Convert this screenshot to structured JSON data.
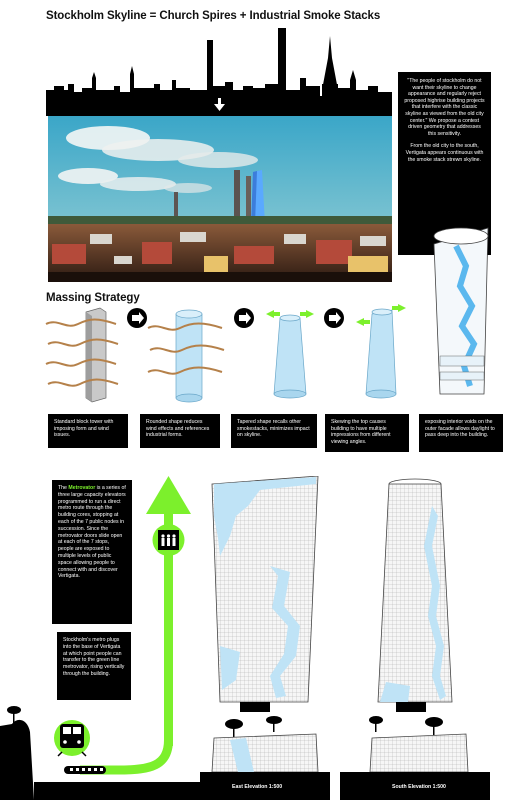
{
  "header": {
    "title": "Stockholm Skyline = Church Spires + Industrial Smoke Stacks"
  },
  "quote": {
    "paragraph1": "\"The people of stockholm do not want their skyline to change appearance and regularly reject proposed highrise building  projects that interfere with the classic skyline as viewed from the old city center.\" We propose a contest driven geometry that addresses this sensitivity.",
    "paragraph2": "From the old city to the south, Vertigata appears continuous with the smoke stack strewn skyline."
  },
  "massing": {
    "title": "Massing Strategy",
    "steps": [
      {
        "caption": "Standard block tower with imposing form and wind issues."
      },
      {
        "caption": "Rounded shape reduces wind effects and references industrial forms."
      },
      {
        "caption": "Tapered shape recalls other smokestacks, minimizes impact on skyline."
      },
      {
        "caption": "Skewing the top causes building to have multiple impressions from different viewing angles."
      },
      {
        "caption": "exposing interior voids on the outer facade allows daylight to pass deep into the building."
      }
    ]
  },
  "metrovator": {
    "intro": "The",
    "term": "Metrovator",
    "text": "is a series of three large capacity elevators programmed to run a direct metro route through the building cores, stopping at each of the  7 public nodes in succession. Since the metrovator doors slide open at each of the 7 stops, people are exposed to multiple levels of public space allowing people to connect with and discover Vertigata.",
    "metro_text": "Stockholm's metro plugs into the base of Vertigata at which point people can transfer to the green line metrovator, rising vertically through the building."
  },
  "elevations": {
    "east": "East Elevation 1:500",
    "south": "South Elevation 1:500"
  },
  "colors": {
    "accent_green": "#7cf02c",
    "glass_blue": "#bfe3f6",
    "black": "#000000"
  }
}
